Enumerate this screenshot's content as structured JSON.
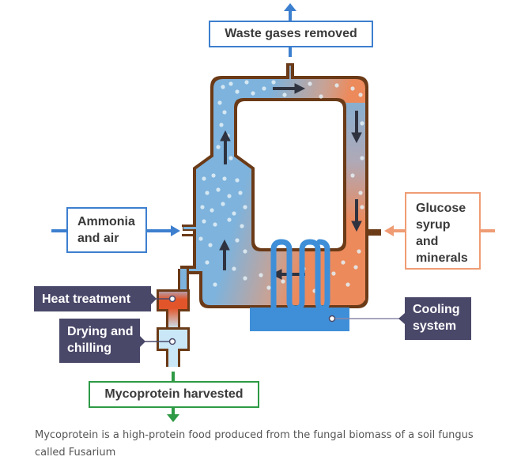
{
  "diagram": {
    "title": "Mycoprotein fermenter",
    "labels": {
      "waste_gases": "Waste gases removed",
      "ammonia_line1": "Ammonia",
      "ammonia_line2": "and air",
      "glucose_line1": "Glucose",
      "glucose_line2": "syrup",
      "glucose_line3": "and",
      "glucose_line4": "minerals",
      "heat_treatment": "Heat treatment",
      "drying_line1": "Drying and",
      "drying_line2": "chilling",
      "cooling_line1": "Cooling",
      "cooling_line2": "system",
      "harvested": "Mycoprotein harvested"
    },
    "colors": {
      "vessel_wall": "#6b3a17",
      "liquid_blue": "#7db3dd",
      "liquid_orange": "#ec8a5c",
      "cooling_blue": "#3f8fd8",
      "input_blue_arrow": "#3d7fcf",
      "output_green_arrow": "#2e9a45",
      "glucose_arrow": "#ef9c74",
      "heat_red": "#e2552a",
      "chill_light_blue": "#c9e7f6",
      "flow_arrow": "#2f3340",
      "callout_bg": "#4a4869"
    }
  },
  "caption": "Mycoprotein is a high-protein food produced from the fungal biomass of a soil fungus called Fusarium"
}
